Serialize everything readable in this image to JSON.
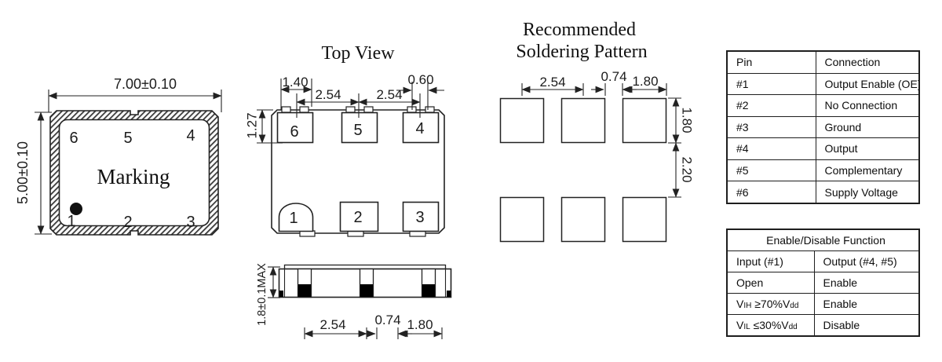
{
  "colors": {
    "line": "#222222",
    "text": "#111111",
    "pad_fill": "#000000",
    "background": "#ffffff"
  },
  "package_outline": {
    "width_dim": "7.00±0.10",
    "height_dim": "5.00±0.10",
    "marking_label": "Marking",
    "pins_top": [
      "6",
      "5",
      "4"
    ],
    "pins_bottom": [
      "1",
      "2",
      "3"
    ]
  },
  "top_view": {
    "title": "Top View",
    "dim_140": "1.40",
    "dim_254_left": "2.54",
    "dim_254_right": "2.54",
    "dim_060": "0.60",
    "dim_127": "1.27",
    "pins_top": [
      "6",
      "5",
      "4"
    ],
    "pins_bottom": [
      "1",
      "2",
      "3"
    ]
  },
  "side_view": {
    "height_dim": "1.8±0.1MAX",
    "dim_254": "2.54",
    "dim_074": "0.74",
    "dim_180": "1.80"
  },
  "soldering_pattern": {
    "title_line1": "Recommended",
    "title_line2": "Soldering Pattern",
    "dim_254": "2.54",
    "dim_074": "0.74",
    "dim_180_top": "1.80",
    "dim_180_right": "1.80",
    "dim_220": "2.20"
  },
  "pin_table": {
    "headers": [
      "Pin",
      "Connection"
    ],
    "rows": [
      [
        "#1",
        "Output Enable (OE)"
      ],
      [
        "#2",
        "No Connection"
      ],
      [
        "#3",
        "Ground"
      ],
      [
        "#4",
        "Output"
      ],
      [
        "#5",
        "Complementary"
      ],
      [
        "#6",
        "Supply Voltage"
      ]
    ]
  },
  "enable_table": {
    "title": "Enable/Disable Function",
    "headers": [
      "Input (#1)",
      "Output (#4, #5)"
    ],
    "rows": [
      {
        "input": "Open",
        "output": "Enable"
      },
      {
        "input_main1": "V",
        "input_sub1": "IH",
        "input_main2": " ≥70%V",
        "input_sub2": "dd",
        "output": "Enable"
      },
      {
        "input_main1": "V",
        "input_sub1": "IL",
        "input_main2": " ≤30%V",
        "input_sub2": "dd",
        "output": "Disable"
      }
    ]
  }
}
